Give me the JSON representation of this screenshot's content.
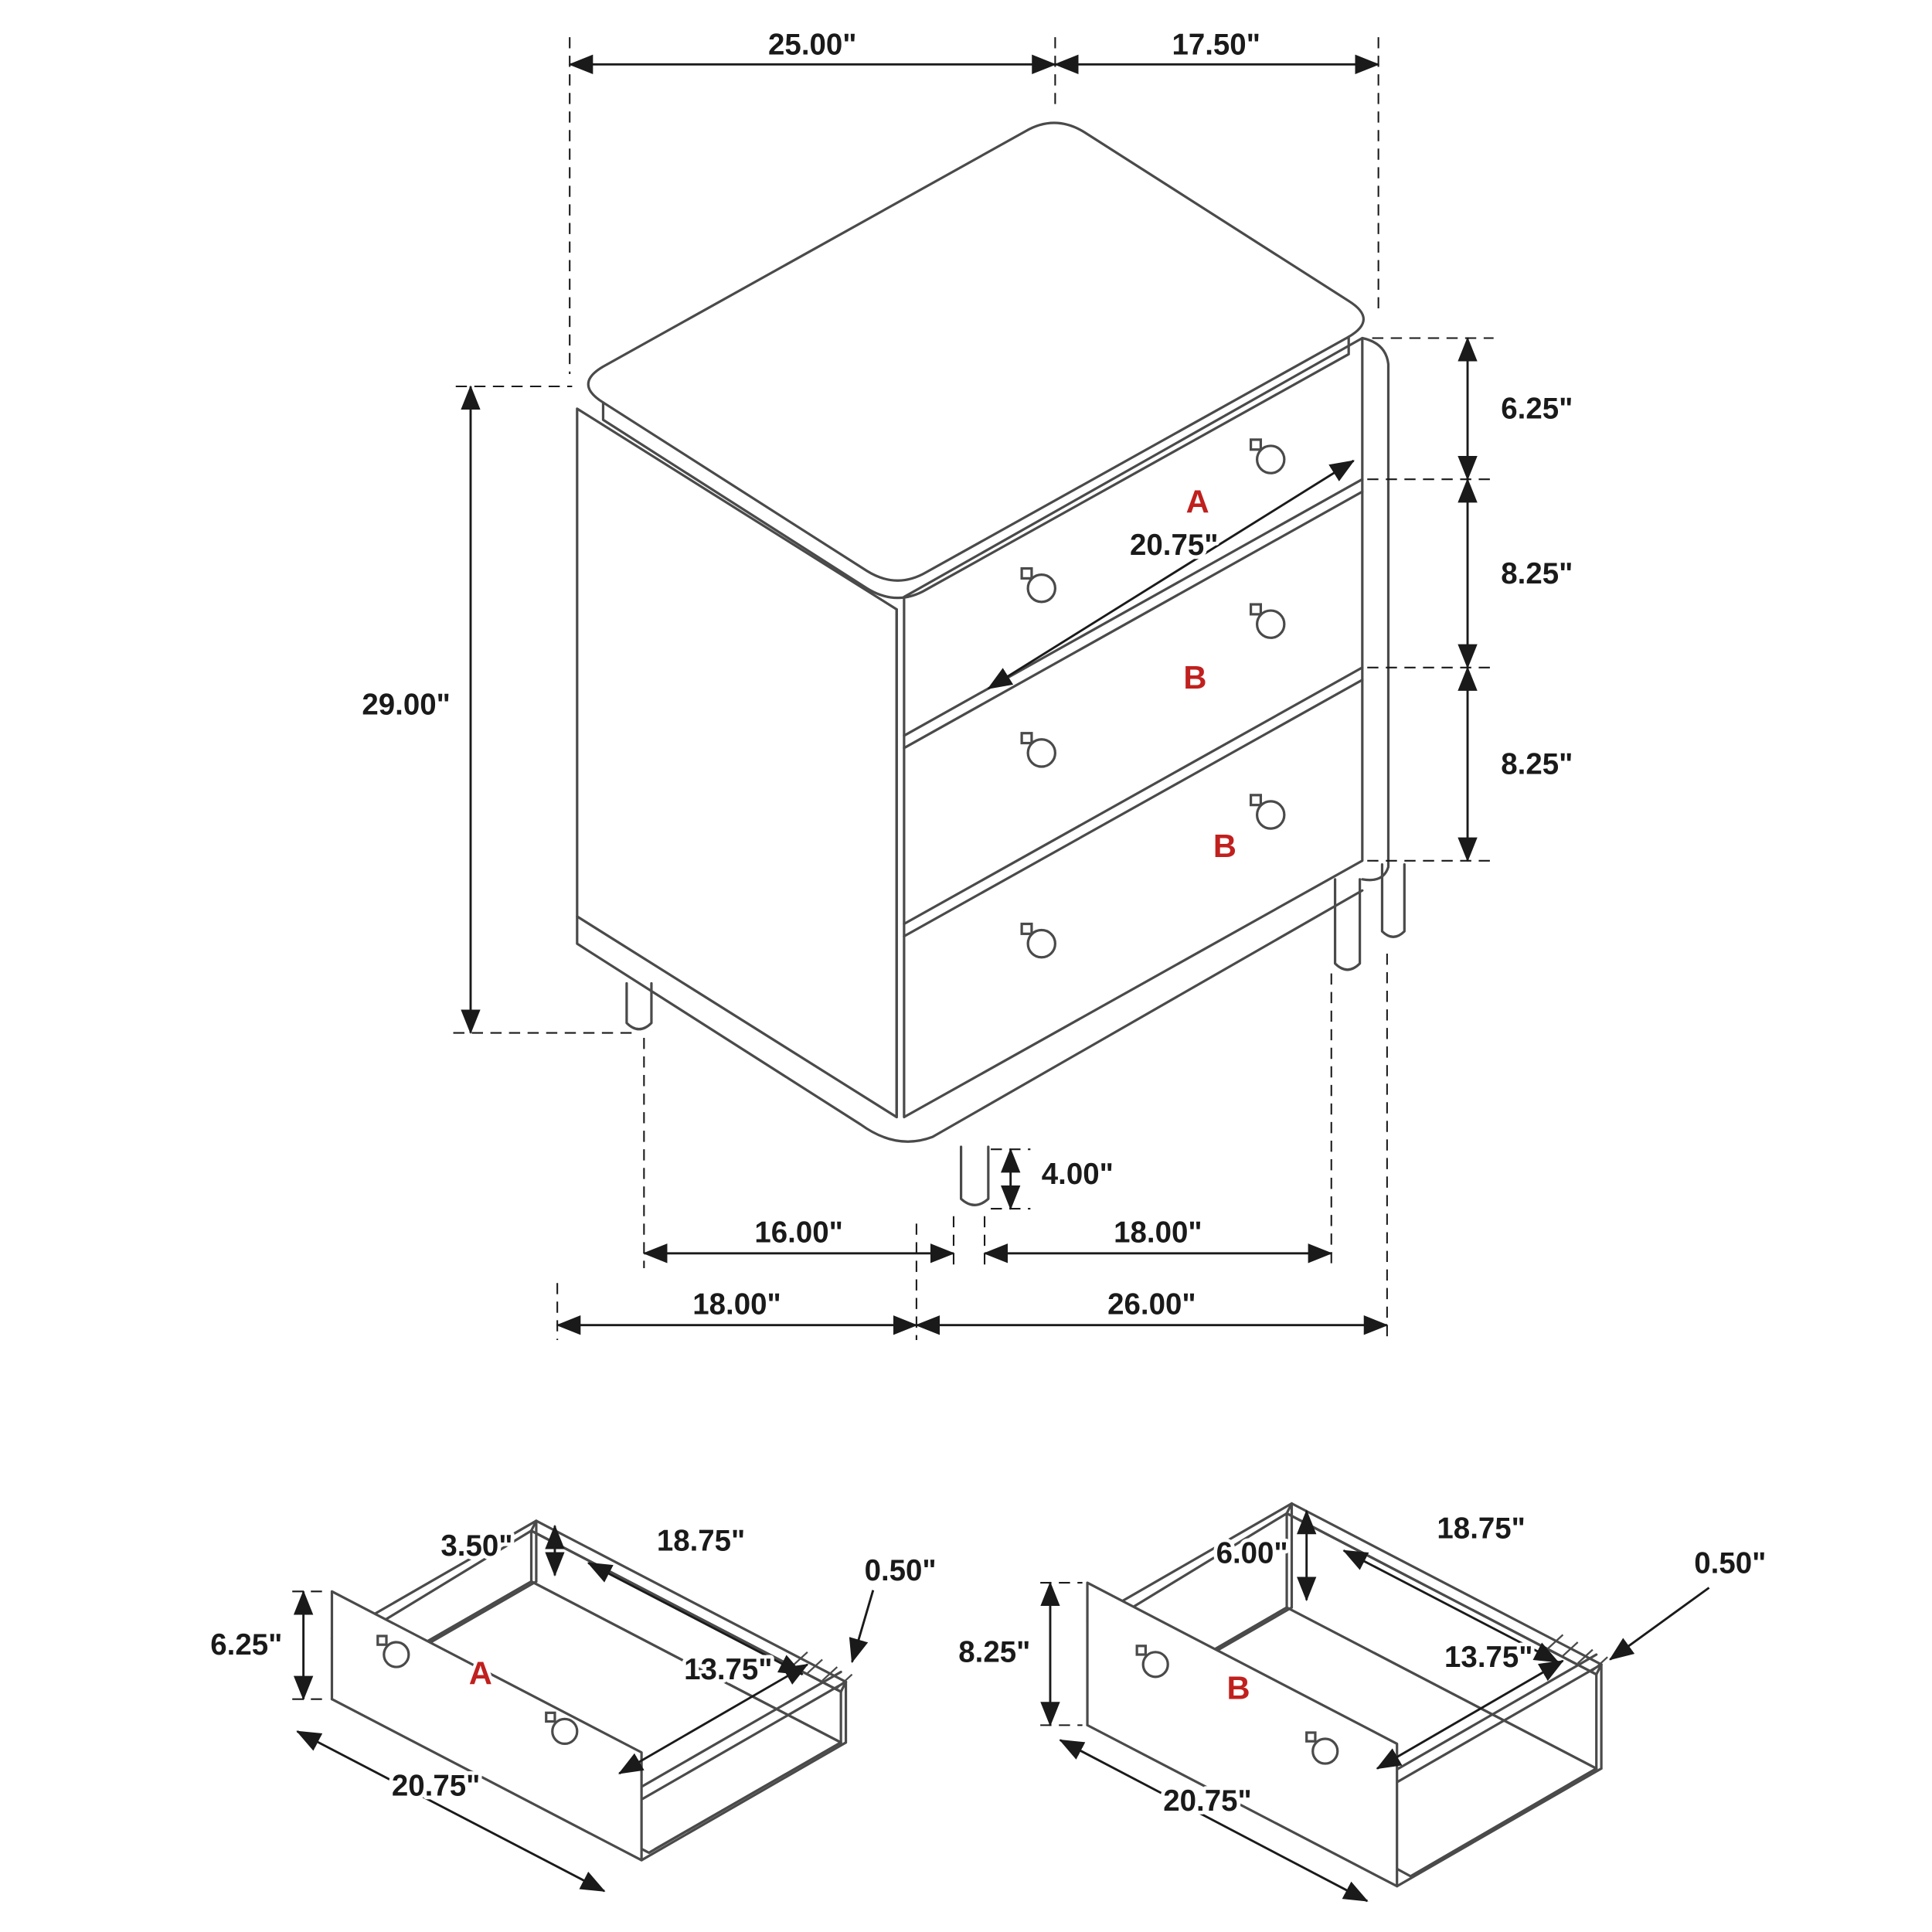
{
  "colors": {
    "line": "#4a4a4a",
    "text": "#1a1a1a",
    "accent": "#c0201e",
    "background": "#ffffff"
  },
  "main_view": {
    "top_width": "25.00\"",
    "top_depth": "17.50\"",
    "drawer1_height": "6.25\"",
    "drawer2_height": "8.25\"",
    "drawer3_height": "8.25\"",
    "overall_height": "29.00\"",
    "drawer_front_width": "20.75\"",
    "leg_height": "4.00\"",
    "front_leg_spacing": "16.00\"",
    "side_leg_spacing": "18.00\"",
    "base_depth": "18.00\"",
    "base_width": "26.00\"",
    "drawer_a_letter": "A",
    "drawer_b_letter": "B",
    "drawer_b2_letter": "B"
  },
  "drawer_a_detail": {
    "label": "A",
    "back_height": "3.50\"",
    "inner_width": "18.75\"",
    "wall_thickness": "0.50\"",
    "front_height": "6.25\"",
    "inner_depth": "13.75\"",
    "front_width": "20.75\""
  },
  "drawer_b_detail": {
    "label": "B",
    "back_height": "6.00\"",
    "inner_width": "18.75\"",
    "wall_thickness": "0.50\"",
    "front_height": "8.25\"",
    "inner_depth": "13.75\"",
    "front_width": "20.75\""
  }
}
